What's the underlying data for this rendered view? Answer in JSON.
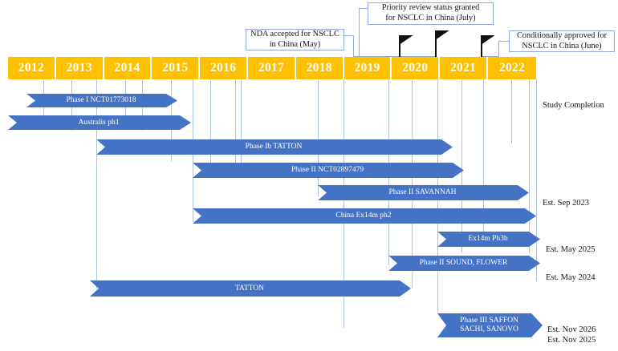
{
  "chart_data": {
    "type": "bar",
    "title": "Osimertinib / Savolitinib clinical development timeline",
    "xlabel": "",
    "ylabel": "",
    "axis": {
      "years": [
        "2012",
        "2013",
        "2014",
        "2015",
        "2016",
        "2017",
        "2018",
        "2019",
        "2020",
        "2021",
        "2022"
      ],
      "range_start": 2012,
      "range_end": 2023
    },
    "grid": true,
    "legend": "none",
    "bars": [
      {
        "label": "Phase I NCT01773018",
        "start": 2012.7,
        "end": 2016.0,
        "right_note": "",
        "left_cap": "arrow"
      },
      {
        "label": "Australis ph1",
        "start": 2012.0,
        "end": 2016.2,
        "right_note": "",
        "left_cap": "arrow"
      },
      {
        "label": "Phase Ib TATTON",
        "start": 2013.9,
        "end": 2021.1,
        "right_note": "",
        "left_cap": "arrow"
      },
      {
        "label": "Phase II NCT02897479",
        "start": 2015.9,
        "end": 2021.3,
        "right_note": "",
        "left_cap": "arrow"
      },
      {
        "label": "Phase II SAVANNAH",
        "start": 2018.5,
        "end": 2021.7,
        "right_note": "Est. Sep 2023",
        "left_cap": "arrow"
      },
      {
        "label": "China Ex14m ph2",
        "start": 2015.9,
        "end": 2021.8,
        "right_note": "",
        "left_cap": "arrow"
      },
      {
        "label": "Ex14m Ph3b",
        "start": 2020.4,
        "end": 2021.9,
        "right_note": "Est. May 2025",
        "left_cap": "arrow"
      },
      {
        "label": "Phase II SOUND, FLOWER",
        "start": 2019.6,
        "end": 2021.9,
        "right_note": "Est. May 2024",
        "left_cap": "arrow"
      },
      {
        "label": "TATTON",
        "start": 2013.6,
        "end": 2020.8,
        "right_note": "",
        "left_cap": "arrow"
      },
      {
        "label": "Phase III SAFFON\nSACHI, SANOVO",
        "start": 2020.4,
        "end": 2021.9,
        "right_note": "Est. Nov 2026\nEst. Nov 2025",
        "left_cap": "arrow"
      }
    ],
    "annotations": [
      {
        "text": "NDA accepted  for NSCLC\nin China (May)",
        "marker_year": 2019.1
      },
      {
        "text": "Priority review status granted\nfor NSCLC in China (July)",
        "marker_year": 2020.1
      },
      {
        "text": "Conditionally approved for\nNSCLC in China (June)",
        "marker_year": 2021.3
      }
    ],
    "header_note": "Study Completion"
  },
  "chart": {
    "header_note": "Study Completion",
    "years": [
      {
        "label": "2012"
      },
      {
        "label": "2013"
      },
      {
        "label": "2014"
      },
      {
        "label": "2015"
      },
      {
        "label": "2016"
      },
      {
        "label": "2017"
      },
      {
        "label": "2018"
      },
      {
        "label": "2019"
      },
      {
        "label": "2020"
      },
      {
        "label": "2021"
      },
      {
        "label": "2022"
      }
    ],
    "bars": [
      {
        "label": "Phase I NCT01773018",
        "note": ""
      },
      {
        "label": "Australis ph1",
        "note": ""
      },
      {
        "label": "Phase Ib TATTON",
        "note": ""
      },
      {
        "label": "Phase II NCT02897479",
        "note": ""
      },
      {
        "label": "Phase II SAVANNAH",
        "note": "Est. Sep 2023"
      },
      {
        "label": "China Ex14m ph2",
        "note": ""
      },
      {
        "label": "Ex14m Ph3b",
        "note": "Est. May 2025"
      },
      {
        "label": "Phase II SOUND, FLOWER",
        "note": "Est. May 2024"
      },
      {
        "label": "TATTON",
        "note": ""
      },
      {
        "label": "Phase III SAFFON\nSACHI, SANOVO",
        "note": "Est. Nov 2026\nEst. Nov 2025"
      }
    ],
    "callouts": [
      {
        "text": "NDA accepted  for NSCLC\nin China (May)"
      },
      {
        "text": "Priority review status granted\nfor NSCLC in China (July)"
      },
      {
        "text": "Conditionally approved for\nNSCLC in China (June)"
      }
    ],
    "colors": {
      "bar": "#4472C4",
      "year_band": "#FFC000",
      "callout_border": "#8FAADC",
      "gridline": "#AFC0DA",
      "flag": "#111111",
      "text_on_bar": "#FFFFFF"
    }
  }
}
